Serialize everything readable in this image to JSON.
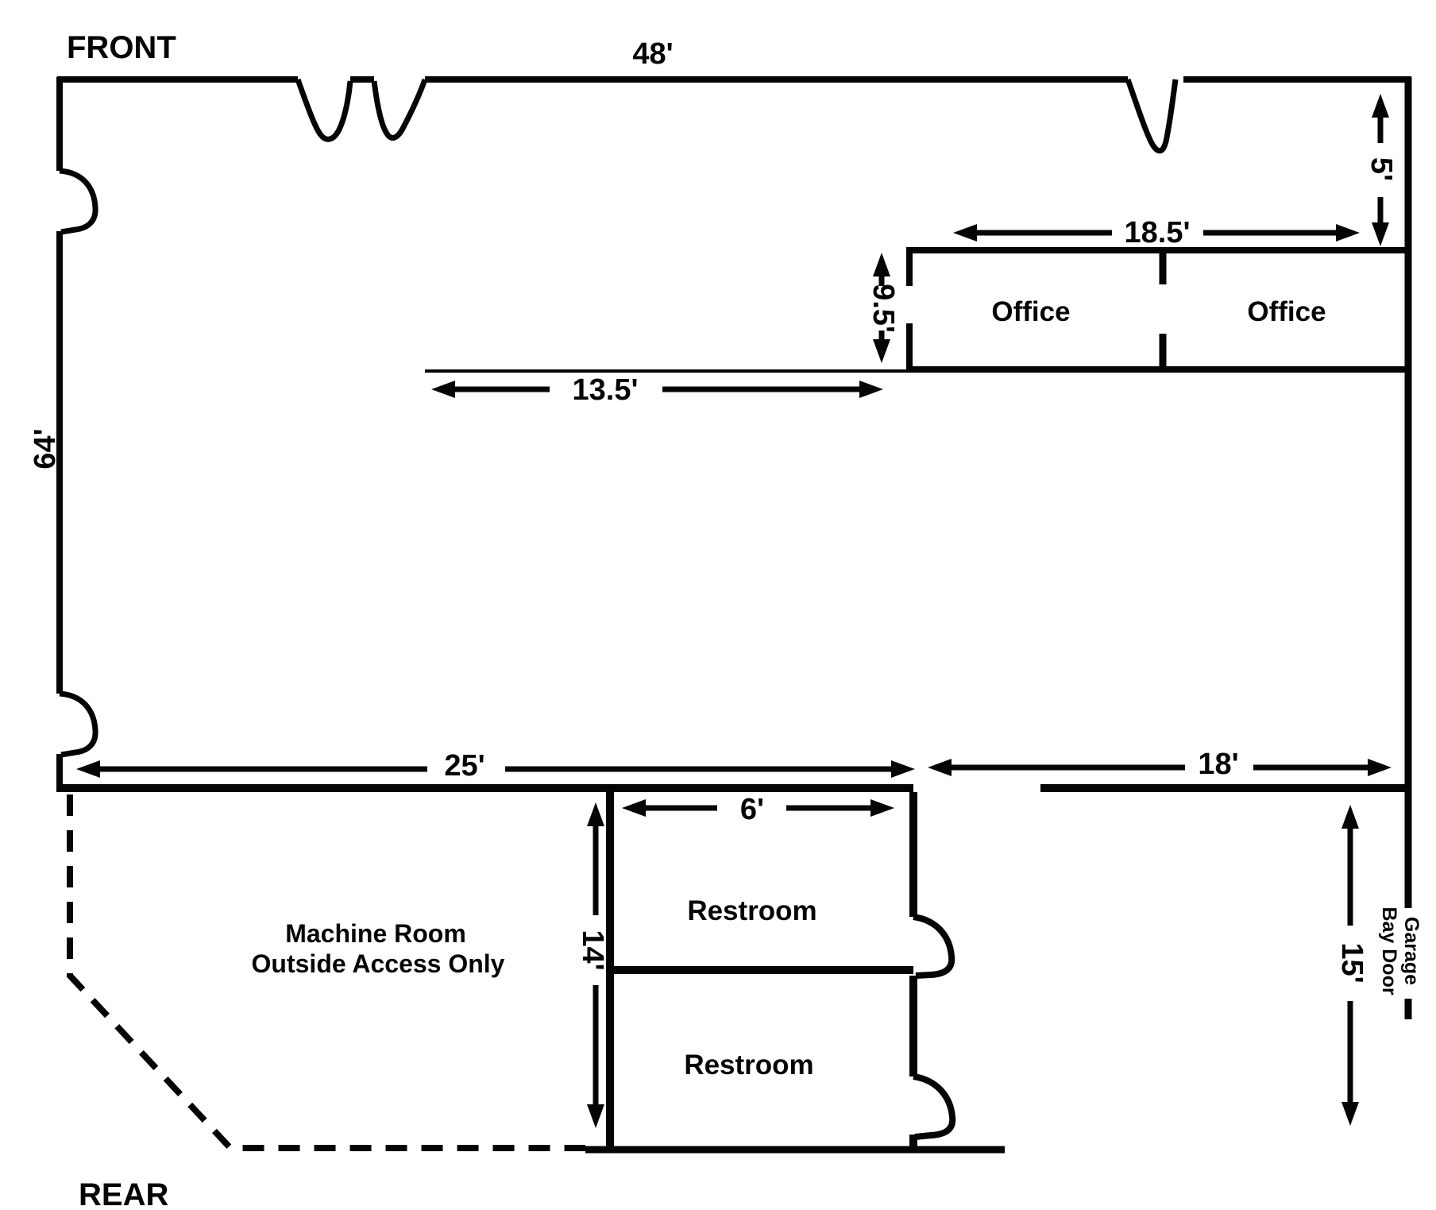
{
  "orientation": {
    "front_label": "FRONT",
    "rear_label": "REAR"
  },
  "overall_dimensions": {
    "width": "48'",
    "height": "64'"
  },
  "offices": {
    "left_label": "Office",
    "right_label": "Office",
    "width": "18.5'",
    "depth": "9.5'",
    "offset_from_front": "5'",
    "offset_from_left": "13.5'"
  },
  "rear_section": {
    "shop_wall_width": "25'",
    "garage_wall_width": "18'",
    "garage_depth": "15'",
    "garage_door_line1": "Garage",
    "garage_door_line2": "Bay Door"
  },
  "machine_room": {
    "line1": "Machine Room",
    "line2": "Outside Access Only"
  },
  "restrooms": {
    "top_label": "Restroom",
    "bottom_label": "Restroom",
    "width": "6'",
    "height": "14'"
  }
}
